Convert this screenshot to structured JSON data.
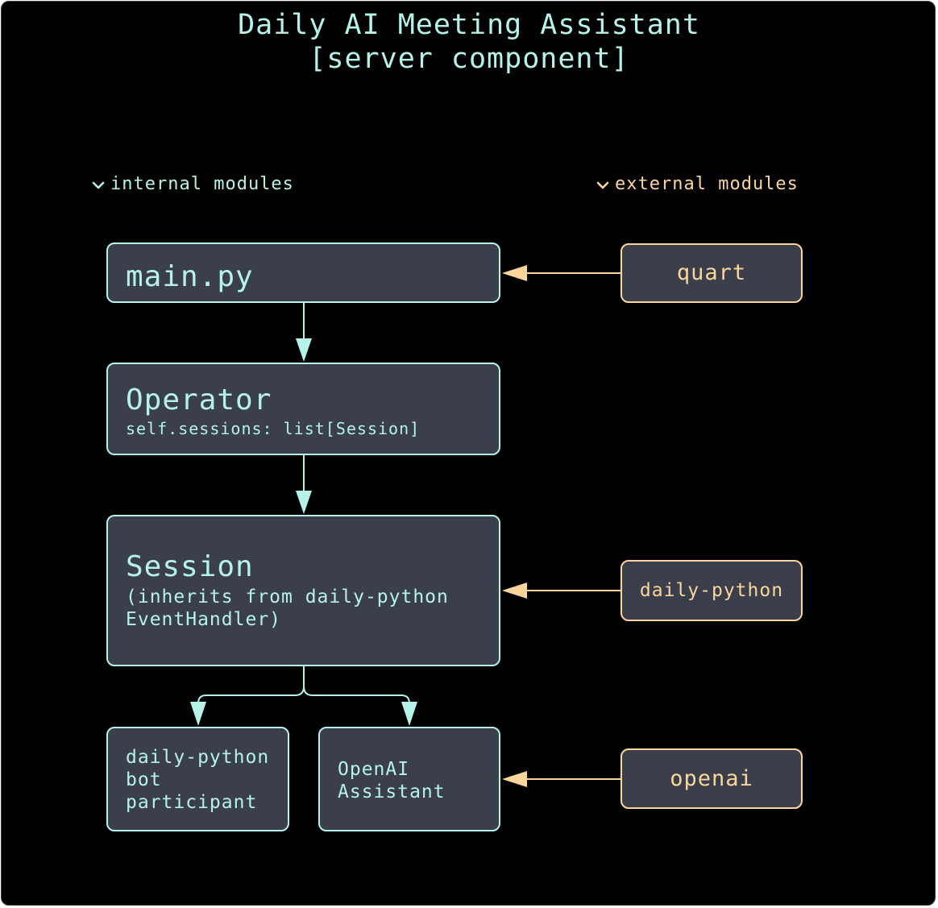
{
  "title": {
    "line1": "Daily AI Meeting Assistant",
    "line2": "[server component]"
  },
  "sections": {
    "internal": "internal modules",
    "external": "external modules"
  },
  "internal_nodes": {
    "main": {
      "name": "main.py"
    },
    "operator": {
      "name": "Operator",
      "sub": "self.sessions: list[Session]"
    },
    "session": {
      "name": "Session",
      "sub_line1": "(inherits from daily-python",
      "sub_line2": "EventHandler)"
    },
    "bot": {
      "line1": "daily-python",
      "line2": "bot",
      "line3": "participant"
    },
    "openai_assistant": {
      "line1": "OpenAI",
      "line2": "Assistant"
    }
  },
  "external_nodes": {
    "quart": "quart",
    "daily_python": "daily-python",
    "openai": "openai"
  },
  "colors": {
    "background": "#000000",
    "node_fill": "#3a3f4b",
    "internal": "#b5f3ea",
    "external": "#fcd59b"
  }
}
